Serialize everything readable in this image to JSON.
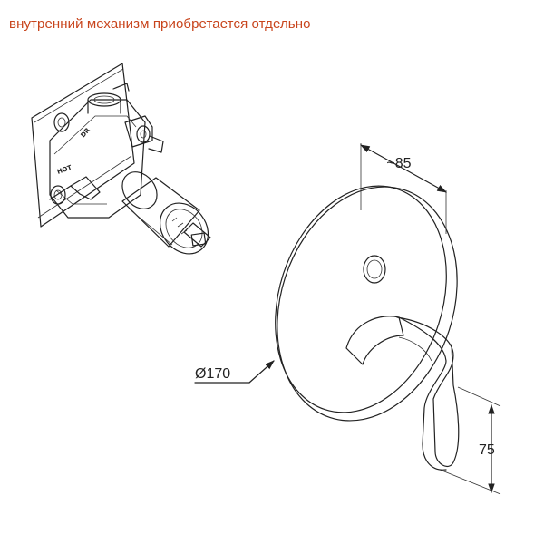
{
  "caption": "внутренний механизм приобретается отдельно",
  "dimensions": {
    "depth": "~85",
    "diameter": "Ø170",
    "height": "75"
  },
  "body_labels": {
    "dr": "DR",
    "hot": "HOT"
  },
  "colors": {
    "caption": "#c8441c",
    "line": "#222222"
  }
}
